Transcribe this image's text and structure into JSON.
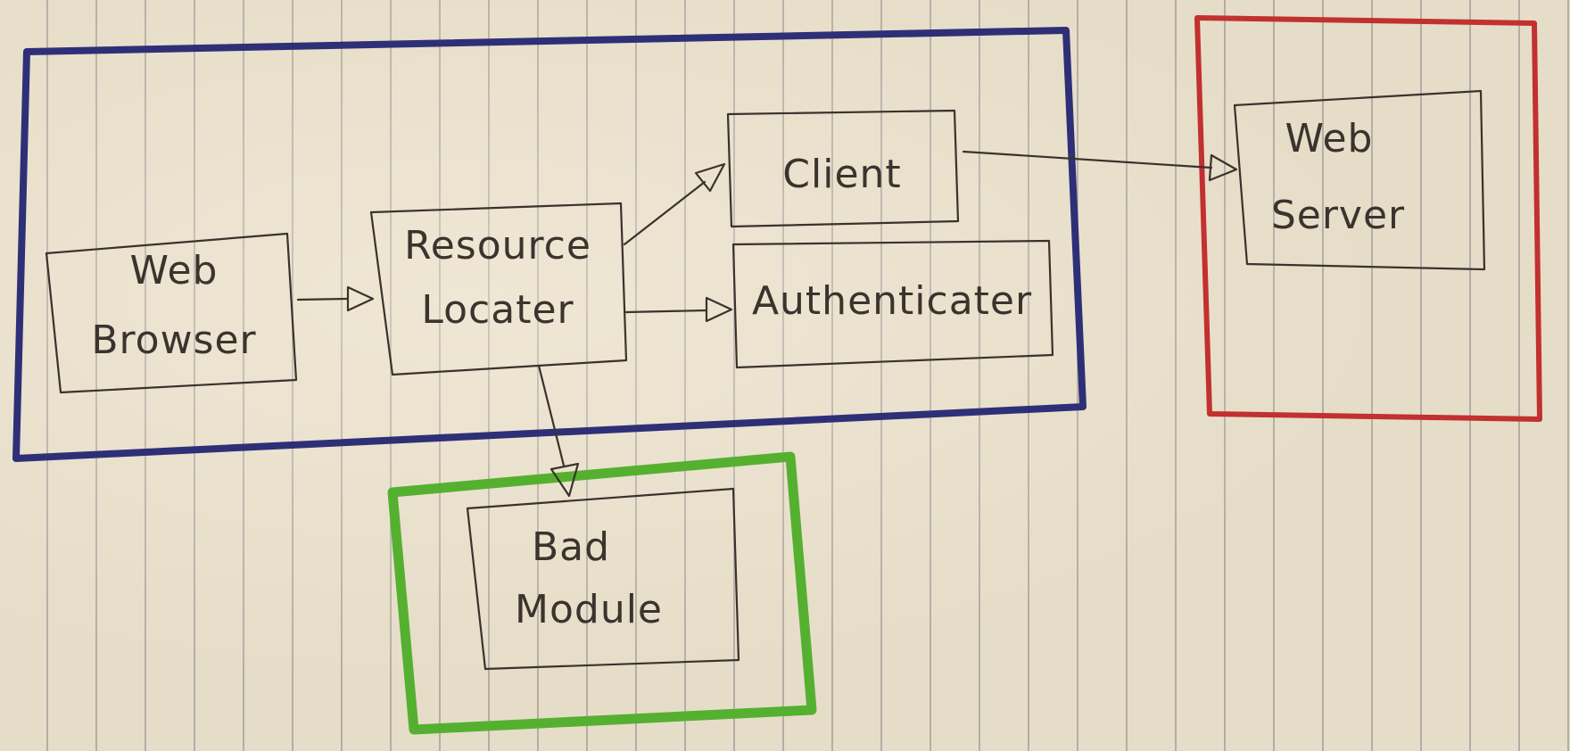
{
  "colors": {
    "paper": "#e6ddc8",
    "rule_line": "#7a7580",
    "ink": "#3a322c",
    "browser_group": "#2f2f78",
    "server_group": "#c23030",
    "bad_group": "#55b030"
  },
  "nodes": {
    "web_browser": {
      "line1": "Web",
      "line2": "Browser"
    },
    "resource_locater": {
      "line1": "Resource",
      "line2": "Locater"
    },
    "client": {
      "label": "Client"
    },
    "authenticater": {
      "label": "Authenticater"
    },
    "web_server": {
      "line1": "Web",
      "line2": "Server"
    },
    "bad_module": {
      "line1": "Bad",
      "line2": "Module"
    }
  },
  "edges": [
    {
      "from": "Web Browser",
      "to": "Resource Locater"
    },
    {
      "from": "Resource Locater",
      "to": "Client"
    },
    {
      "from": "Resource Locater",
      "to": "Authenticater"
    },
    {
      "from": "Resource Locater",
      "to": "Bad Module"
    },
    {
      "from": "Client",
      "to": "Web Server"
    }
  ]
}
